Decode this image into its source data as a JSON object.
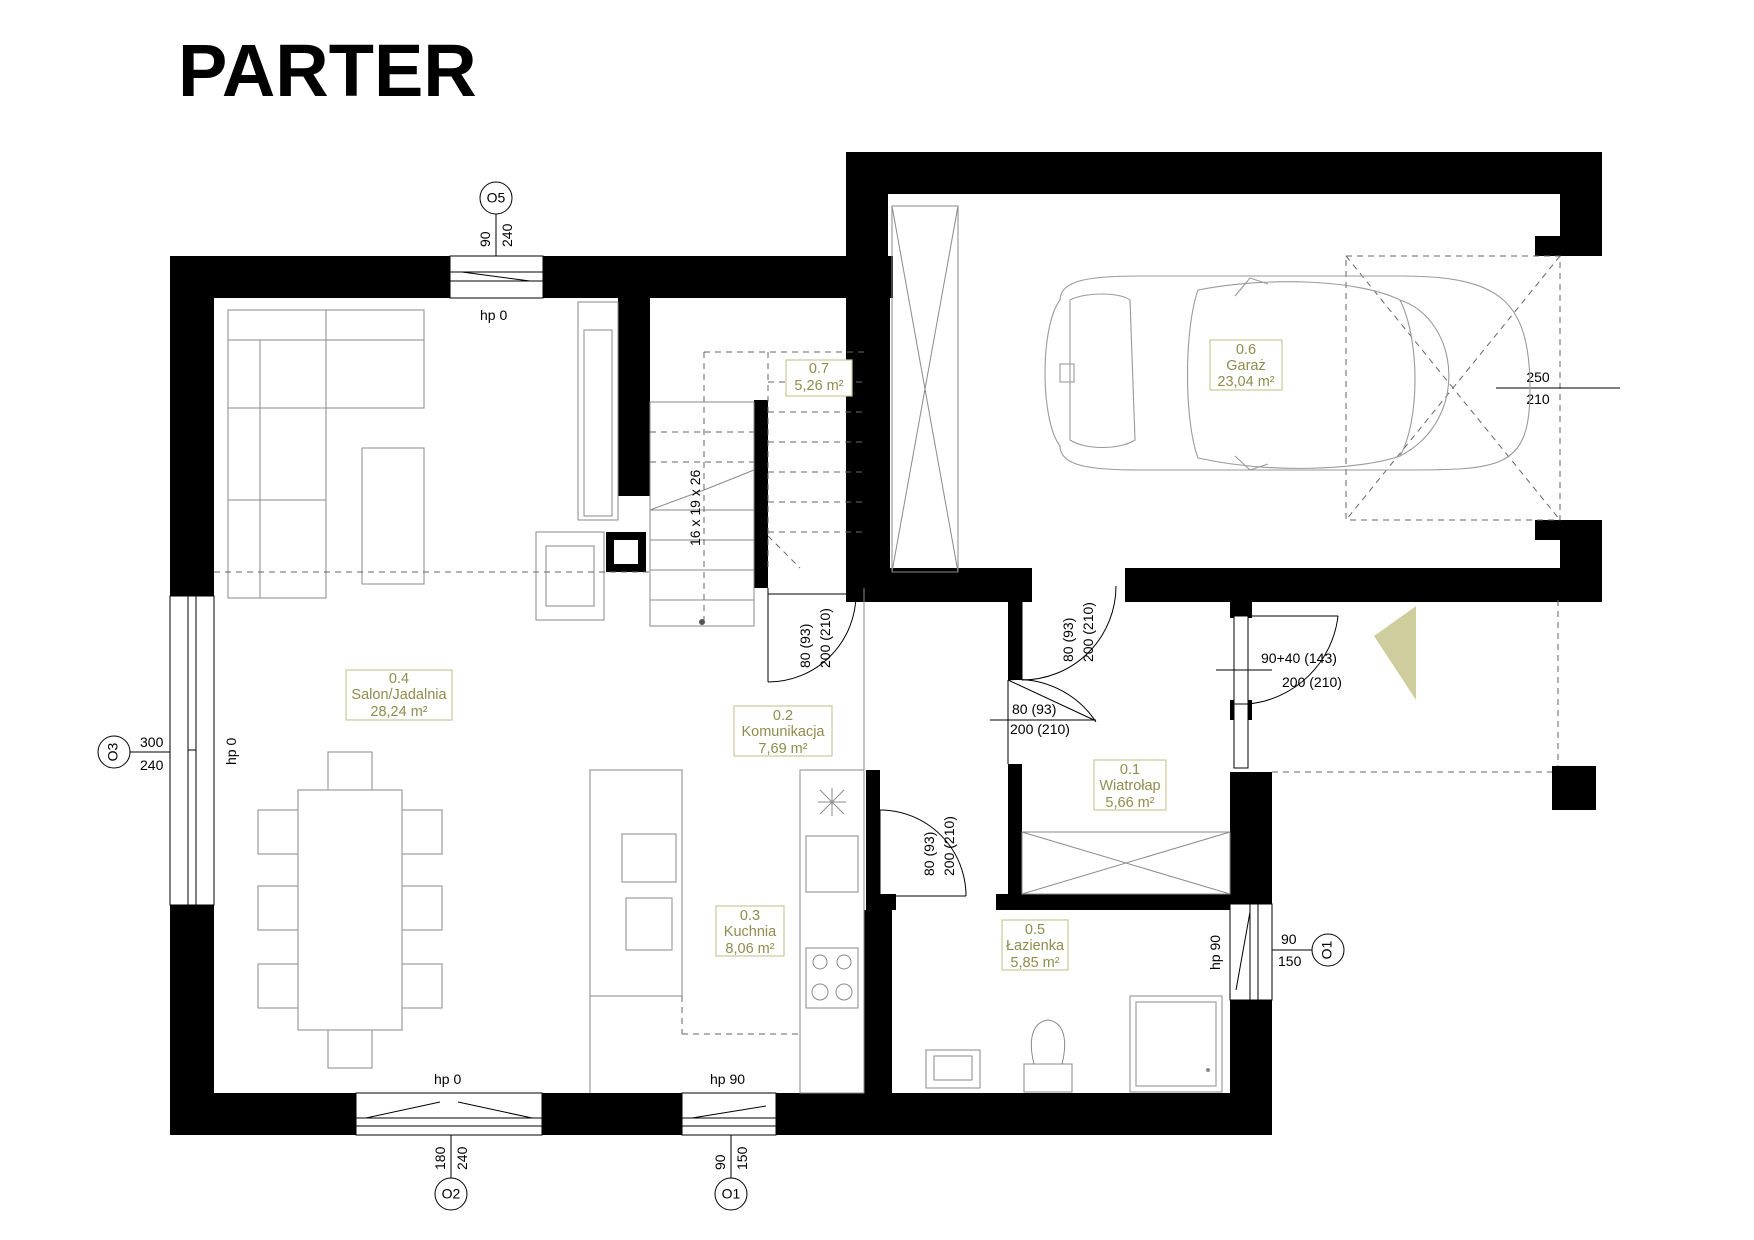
{
  "title": "PARTER",
  "rooms": {
    "r01": {
      "num": "0.1",
      "name": "Wiatrołap",
      "area": "5,66 m²"
    },
    "r02": {
      "num": "0.2",
      "name": "Komunikacja",
      "area": "7,69 m²"
    },
    "r03": {
      "num": "0.3",
      "name": "Kuchnia",
      "area": "8,06 m²"
    },
    "r04": {
      "num": "0.4",
      "name": "Salon/Jadalnia",
      "area": "28,24 m²"
    },
    "r05": {
      "num": "0.5",
      "name": "Łazienka",
      "area": "5,85 m²"
    },
    "r06": {
      "num": "0.6",
      "name": "Garaż",
      "area": "23,04 m²"
    },
    "r07": {
      "num": "0.7",
      "name": "",
      "area": "5,26 m²"
    }
  },
  "windows": {
    "o5": {
      "tag": "O5",
      "width": "90",
      "height": "240",
      "sill": "hp 0"
    },
    "o3": {
      "tag": "O3",
      "width": "300",
      "height": "240",
      "sill": "hp 0"
    },
    "o2": {
      "tag": "O2",
      "width": "180",
      "height": "240",
      "sill": "hp 0"
    },
    "o1_front": {
      "tag": "O1",
      "width": "90",
      "height": "150",
      "sill": "hp 90"
    },
    "o1_bath": {
      "tag": "O1",
      "width": "90",
      "height": "150",
      "sill": "hp 90"
    }
  },
  "doors": {
    "stair": {
      "w": "80 (93)",
      "h": "200 (210)"
    },
    "garage": {
      "w": "80 (93)",
      "h": "200 (210)"
    },
    "vestibule": {
      "w": "80 (93)",
      "h": "200 (210)"
    },
    "bath": {
      "w": "80 (93)",
      "h": "200 (210)"
    },
    "entry": {
      "w": "90+40 (143)",
      "h": "200 (210)"
    },
    "garage_gate": {
      "w": "250",
      "h": "210"
    }
  },
  "stairs": {
    "label": "16 x 19 x 26"
  },
  "colors": {
    "walls": "#000000",
    "room_labels": "#8f8c4d",
    "entry_marker": "#cfcd9d"
  }
}
